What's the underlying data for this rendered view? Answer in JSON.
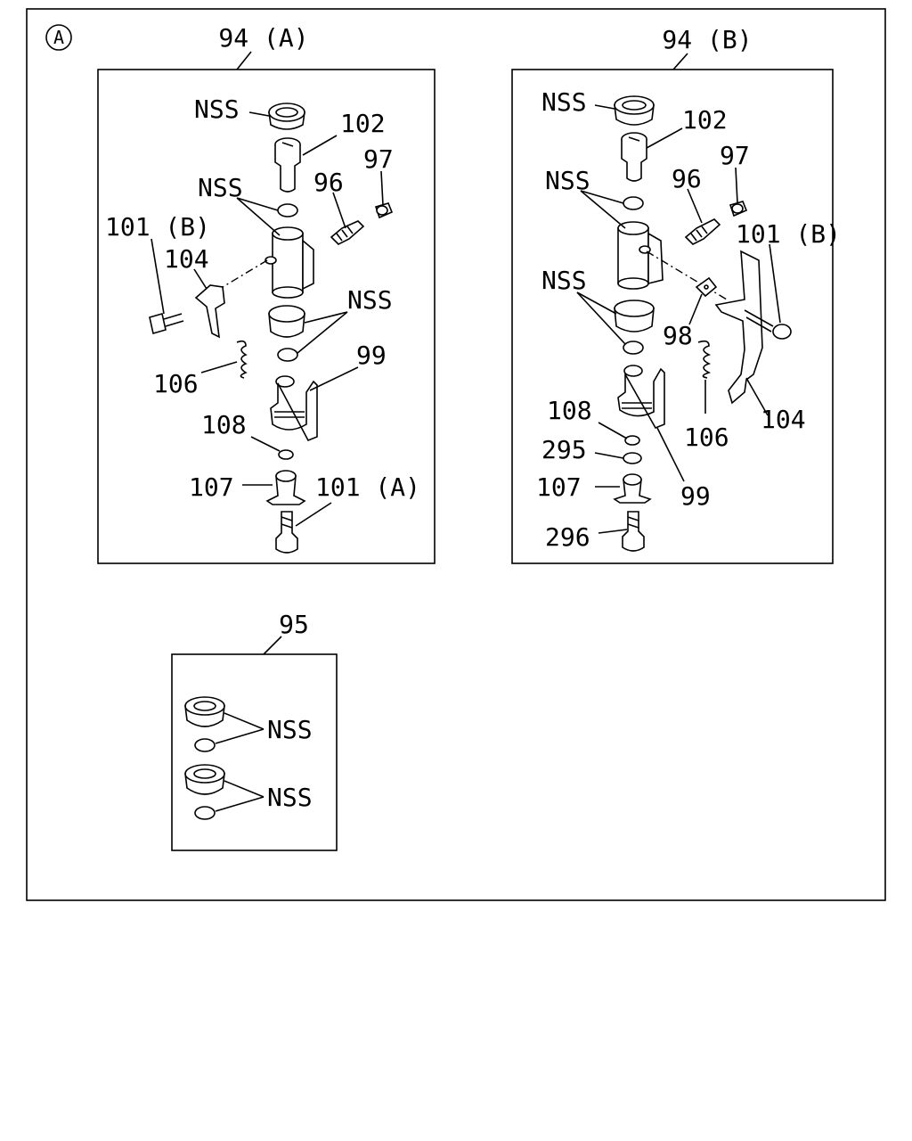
{
  "section_marker": "A",
  "assemblies": [
    {
      "key": "a",
      "title": "94 (A)",
      "callouts": {
        "nss_top": "NSS",
        "p102": "102",
        "nss_mid": "NSS",
        "p97": "97",
        "p96": "96",
        "p101b": "101 (B)",
        "p104": "104",
        "nss_low": "NSS",
        "p106": "106",
        "p99": "99",
        "p108": "108",
        "p107": "107",
        "p101a": "101 (A)"
      }
    },
    {
      "key": "b",
      "title": "94 (B)",
      "callouts": {
        "nss_top": "NSS",
        "p102": "102",
        "p97": "97",
        "nss_mid": "NSS",
        "p96": "96",
        "p101b": "101 (B)",
        "nss_low": "NSS",
        "p98": "98",
        "p108": "108",
        "p106": "106",
        "p104": "104",
        "p295": "295",
        "p107": "107",
        "p99": "99",
        "p296": "296"
      }
    },
    {
      "key": "c",
      "title": "95",
      "callouts": {
        "nss_1": "NSS",
        "nss_2": "NSS"
      }
    }
  ]
}
